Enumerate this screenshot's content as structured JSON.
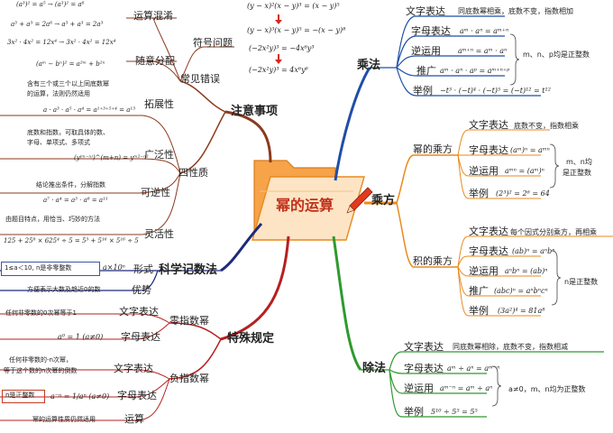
{
  "center": {
    "title": "幂的运算",
    "colors": {
      "folder": "#f0902c",
      "folder_light": "#fde4c4",
      "title": "#c0301a"
    }
  },
  "branches": {
    "mul": {
      "name": "乘法",
      "color": "#1f4ea8",
      "items": [
        {
          "label": "文字表达",
          "text": "同底数幂相乘，底数不变，指数相加"
        },
        {
          "label": "字母表达",
          "formula": "aᵐ · aⁿ = aᵐ⁺ⁿ"
        },
        {
          "label": "逆运用",
          "formula": "aᵐ⁺ⁿ = aᵐ · aⁿ"
        },
        {
          "label": "推广",
          "formula": "aᵐ · aⁿ · aᵖ = aᵐ⁺ⁿ⁺ᵖ"
        },
        {
          "label": "举例",
          "formula": "−t³ · (−t)⁴ · (−t)⁵ = (−t)¹² = t¹²"
        }
      ],
      "note": "m、n、p均是正整数"
    },
    "pow": {
      "name": "乘方",
      "color": "#e98a1c",
      "sub1": {
        "name": "幂的乘方",
        "items": [
          {
            "label": "文字表达",
            "text": "底数不变，指数相乘"
          },
          {
            "label": "字母表达",
            "formula": "(aᵐ)ⁿ = aᵐⁿ"
          },
          {
            "label": "逆运用",
            "formula": "aᵐⁿ = (aᵐ)ⁿ"
          },
          {
            "label": "举例",
            "formula": "(2³)² = 2⁶ = 64"
          }
        ],
        "note": [
          "m、n均",
          "是正整数"
        ]
      },
      "sub2": {
        "name": "积的乘方",
        "items": [
          {
            "label": "文字表达",
            "text": "每个因式分别乘方，再相乘"
          },
          {
            "label": "字母表达",
            "formula": "(ab)ⁿ = aⁿbⁿ"
          },
          {
            "label": "逆运用",
            "formula": "aⁿbⁿ = (ab)ⁿ"
          },
          {
            "label": "推广",
            "formula": "(abc)ⁿ = aⁿbⁿcⁿ"
          },
          {
            "label": "举例",
            "formula": "(3a²)⁴ = 81a⁸"
          }
        ],
        "note": "n是正整数"
      }
    },
    "div": {
      "name": "除法",
      "color": "#2e9a2e",
      "items": [
        {
          "label": "文字表达",
          "text": "同底数幂相除，底数不变，指数相减"
        },
        {
          "label": "字母表达",
          "formula": "aᵐ ÷ aⁿ = aᵐ⁻ⁿ"
        },
        {
          "label": "逆运用",
          "formula": "aᵐ⁻ⁿ = aᵐ ÷ aⁿ"
        },
        {
          "label": "举例",
          "formula": "5¹⁰ ÷ 5⁵ = 5⁵"
        }
      ],
      "note": "a≠0，m、n均为正整数"
    },
    "notes": {
      "name": "注意事项",
      "color": "#8b3a1e",
      "common_errors": {
        "name": "常见错误",
        "mix": {
          "name": "运算混淆",
          "formulas": [
            "(a³)² = a⁵ → (a³)² = a⁶",
            "a³ + a³ = 2a⁶ → a³ + a³ = 2a³",
            "3x² · 4x² = 12x⁴ → 3x² · 4x² = 12x⁴"
          ]
        },
        "sign": {
          "name": "符号问题",
          "formulas": [
            "(y − x)²(x − y)³ = (x − y)⁵",
            "(y − x)³(x − y)⁵ = −(x − y)⁸",
            "(−2x²y)³ = −4x⁶y³",
            "(−2x²y)³ = 4x⁶y⁶"
          ]
        },
        "dist": {
          "name": "随意分配",
          "formula": "(aᵐ − bⁿ)² = a²ᵐ + b²ⁿ"
        }
      },
      "properties": {
        "name": "四性质",
        "ext": {
          "name": "拓展性",
          "lines": [
            "含有三个或三个以上同底数幂",
            "的运算，法则仍然适用"
          ],
          "formula": "a · a³ · a⁵ · a⁴ = a¹⁺³⁺⁵⁺⁴ = a¹³"
        },
        "gen": {
          "name": "广泛性",
          "lines": [
            "底数和指数，可取具体的数、",
            "字母、单项式、多项式"
          ],
          "formula": "(y⁽ᵐ⁻ⁿ⁾)^(m+n) = yᵐ²⁻ⁿ²"
        },
        "rev": {
          "name": "可逆性",
          "lines": [
            "结论推出条件，分解指数"
          ],
          "formula": "a⁷ · a⁴ = a³ · a⁸ = a¹¹"
        },
        "flex": {
          "name": "灵活性",
          "lines": [
            "由题目特点，用恰当、巧妙的方法"
          ],
          "formula": "125 + 25⁸ × 625⁴ ÷ 5 = 5³ + 5¹⁶ × 5¹⁶ ÷ 5"
        }
      }
    },
    "sci": {
      "name": "科学记数法",
      "color": "#1e2a7a",
      "form_label": "形式",
      "form_box": "1≤a＜10, n是非零整数",
      "form_formula": "a×10ⁿ",
      "adv_label": "优势",
      "adv_text": "方便表示大数及趋近0的数"
    },
    "special": {
      "name": "特殊规定",
      "color": "#b52020",
      "zero": {
        "name": "零指数幂",
        "text_label": "文字表达",
        "text": "任何非零数的0次幂等于1",
        "formula_label": "字母表达",
        "formula": "a⁰ = 1  (a≠0)"
      },
      "neg": {
        "name": "负指数幂",
        "text_label": "文字表达",
        "text_lines": [
          "任何非零数的-n次幂，",
          "等于这个数的n次幂的倒数"
        ],
        "formula_label": "字母表达",
        "formula": "a⁻ⁿ = 1/aⁿ  (a≠0)",
        "note": "n是正整数",
        "calc_label": "运算",
        "calc_text": "幂的运算性质仍然适用"
      }
    }
  }
}
